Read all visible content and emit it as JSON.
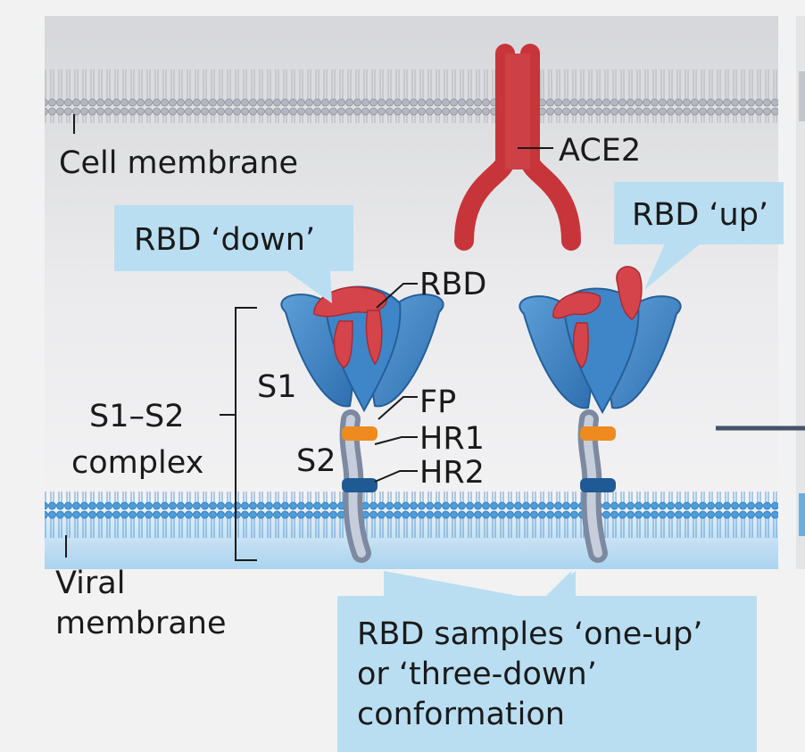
{
  "labels": {
    "cell_membrane": "Cell membrane",
    "ace2": "ACE2",
    "rbd_down": "RBD ‘down’",
    "rbd_up": "RBD ‘up’",
    "rbd": "RBD",
    "s1": "S1",
    "s2": "S2",
    "fp": "FP",
    "hr1": "HR1",
    "hr2": "HR2",
    "s1s2_line1": "S1–S2",
    "s1s2_line2": "complex",
    "viral_line1": "Viral",
    "viral_line2": "membrane",
    "samples_line1": "RBD samples ‘one-up’",
    "samples_line2": "or ‘three-down’",
    "samples_line3": "conformation"
  },
  "colors": {
    "background": "#f2f2f3",
    "cell_membrane": "#b8bcc3",
    "viral_membrane": "#5aa7de",
    "ace2": "#c7353b",
    "s1": "#3f86c9",
    "rbd": "#d6444b",
    "callout": "#b9def2",
    "fp": "#ef8a1f",
    "hr2": "#1f5a94"
  }
}
